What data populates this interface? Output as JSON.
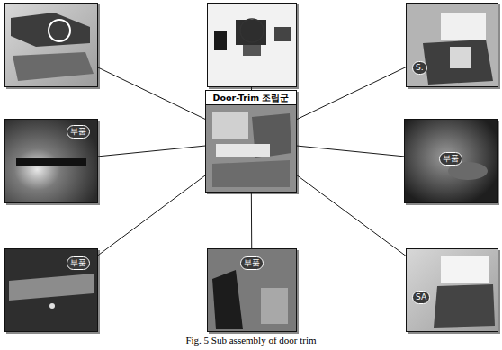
{
  "diagram": {
    "caption": "Fig. 5 Sub assembly of door trim",
    "nodes": [
      {
        "text": []
      },
      {
        "text": []
      },
      {
        "text": [
          "S."
        ]
      },
      {
        "text": [
          "Door-Trim 조립군"
        ]
      },
      {
        "text": [
          "부품"
        ]
      },
      {
        "text": [
          "부품"
        ]
      },
      {
        "text": [
          "부품"
        ]
      },
      {
        "text": [
          "부품"
        ]
      },
      {
        "text": [
          "SA"
        ]
      }
    ],
    "edges": [
      {
        "from": 3,
        "to": 0,
        "arrow": "none"
      },
      {
        "from": 3,
        "to": 1,
        "arrow": "none"
      },
      {
        "from": 3,
        "to": 2,
        "arrow": "none"
      },
      {
        "from": 3,
        "to": 4,
        "arrow": "none"
      },
      {
        "from": 3,
        "to": 5,
        "arrow": "none"
      },
      {
        "from": 3,
        "to": 6,
        "arrow": "none"
      },
      {
        "from": 3,
        "to": 7,
        "arrow": "none"
      },
      {
        "from": 3,
        "to": 8,
        "arrow": "none"
      }
    ]
  }
}
